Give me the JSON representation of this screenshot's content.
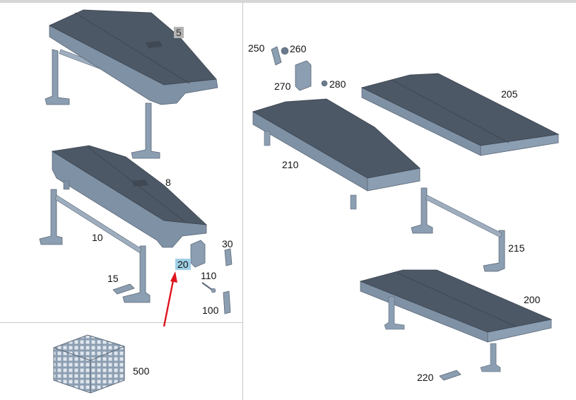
{
  "colors": {
    "part_fill": "#8c9eb1",
    "part_top": "#4d5866",
    "part_dark": "#6a7a8c",
    "part_light": "#b7c4d1",
    "divider": "#c8c8c8",
    "arrow": "#e0141e",
    "highlight_gray": "#b3b3b3",
    "highlight_blue": "#9fd0e6"
  },
  "labels": {
    "p5": "5",
    "p8": "8",
    "p10": "10",
    "p15": "15",
    "p20": "20",
    "p30": "30",
    "p100": "100",
    "p110": "110",
    "p200": "200",
    "p205": "205",
    "p210": "210",
    "p215": "215",
    "p220": "220",
    "p250": "250",
    "p260": "260",
    "p270": "270",
    "p280": "280",
    "p500": "500"
  }
}
